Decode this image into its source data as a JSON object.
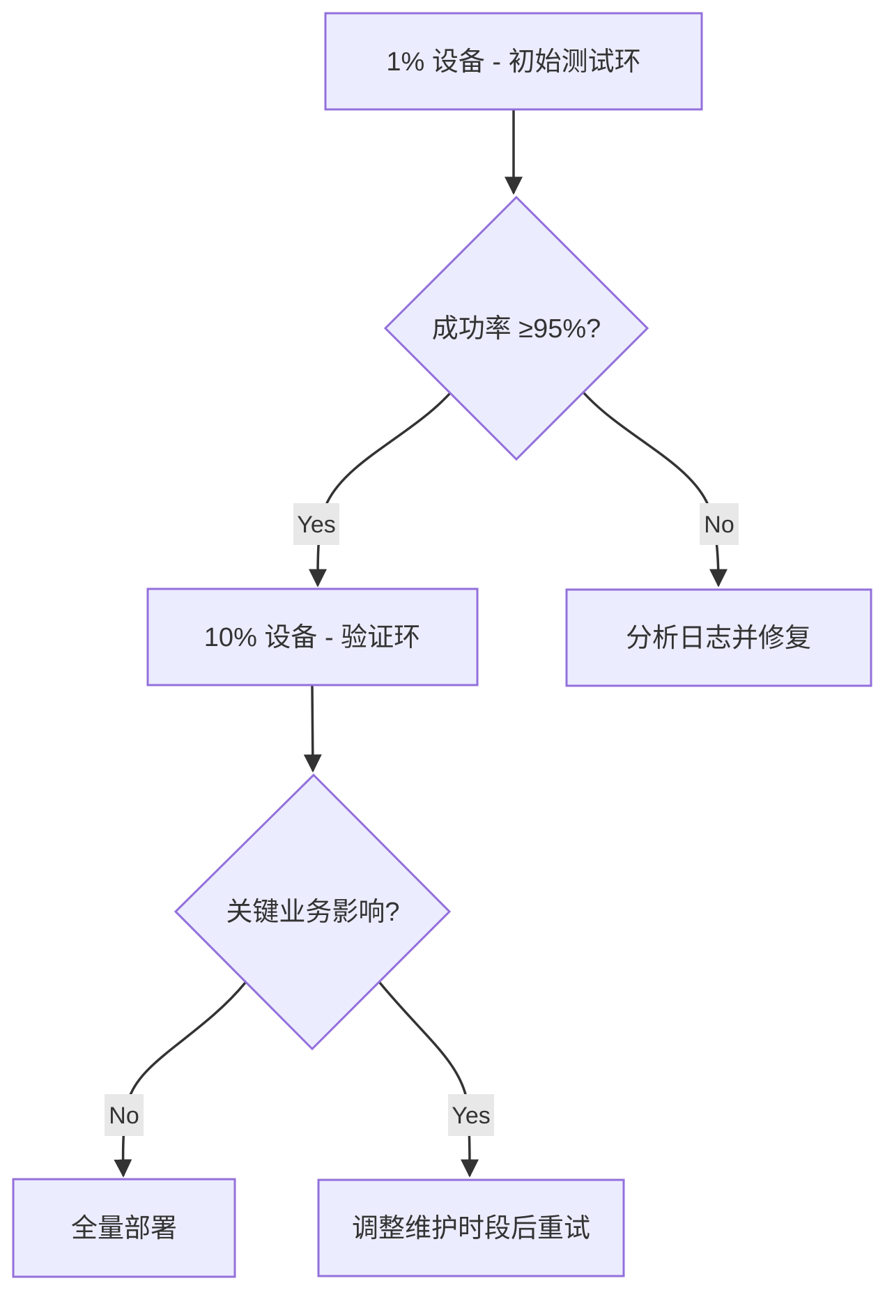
{
  "diagram": {
    "type": "flowchart",
    "direction": "top-down",
    "colors": {
      "background": "#ffffff",
      "node_fill": "#ECECFF",
      "node_border": "#9370DB",
      "edge_color": "#333333",
      "label_bg": "#e8e8e8",
      "text_color": "#333333"
    },
    "nodes": [
      {
        "id": "A",
        "shape": "rectangle",
        "label": "1% 设备 - 初始测试环"
      },
      {
        "id": "B",
        "shape": "diamond",
        "label": "成功率 ≥95%?"
      },
      {
        "id": "C",
        "shape": "rectangle",
        "label": "10% 设备 - 验证环"
      },
      {
        "id": "D",
        "shape": "rectangle",
        "label": "分析日志并修复"
      },
      {
        "id": "E",
        "shape": "diamond",
        "label": "关键业务影响?"
      },
      {
        "id": "F",
        "shape": "rectangle",
        "label": "全量部署"
      },
      {
        "id": "G",
        "shape": "rectangle",
        "label": "调整维护时段后重试"
      }
    ],
    "edges": [
      {
        "from": "A",
        "to": "B",
        "label": ""
      },
      {
        "from": "B",
        "to": "C",
        "label": "Yes"
      },
      {
        "from": "B",
        "to": "D",
        "label": "No"
      },
      {
        "from": "C",
        "to": "E",
        "label": ""
      },
      {
        "from": "E",
        "to": "F",
        "label": "No"
      },
      {
        "from": "E",
        "to": "G",
        "label": "Yes"
      }
    ]
  }
}
